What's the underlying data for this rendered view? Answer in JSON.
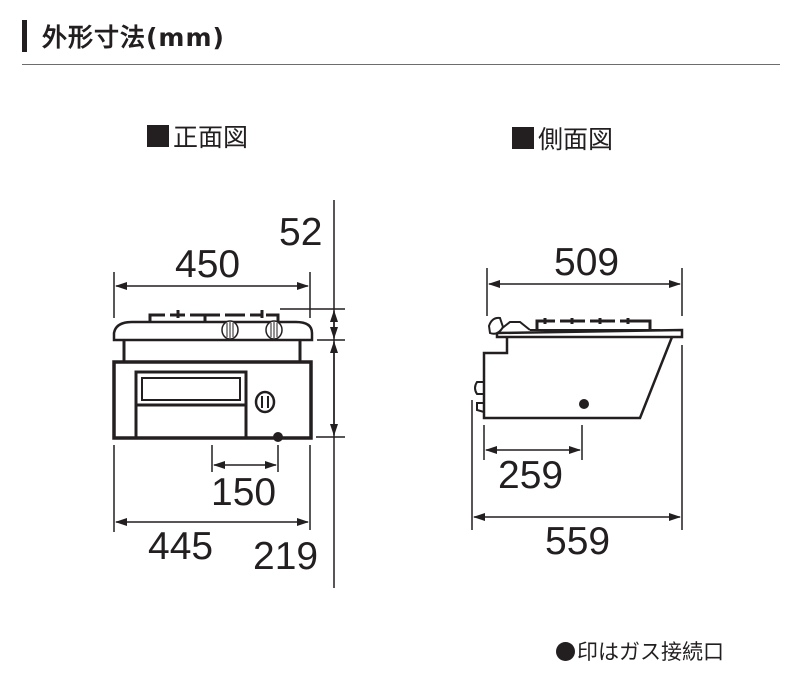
{
  "header": {
    "title": "外形寸法(mm)"
  },
  "front_view": {
    "title": "正面図",
    "dimensions": {
      "top_width": "450",
      "trivet_height": "52",
      "gas_offset": "150",
      "body_width": "445",
      "total_height": "219"
    }
  },
  "side_view": {
    "title": "側面図",
    "dimensions": {
      "top_depth": "509",
      "gas_offset": "259",
      "total_depth": "559"
    }
  },
  "legend": {
    "marker": "●",
    "text": "印はガス接続口"
  },
  "colors": {
    "ink": "#231f20",
    "rule": "#6d6d6d",
    "background": "#ffffff"
  }
}
